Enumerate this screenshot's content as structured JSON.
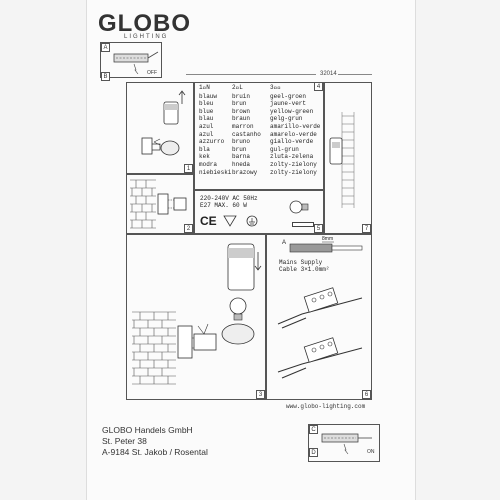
{
  "header": {
    "brand": "GLOBO",
    "brand_sub": "LIGHTING",
    "product_code": "32014"
  },
  "wiring_table": {
    "columns": [
      {
        "symbol": "N",
        "index": "1",
        "entries": [
          "blauw",
          "bleu",
          "blue",
          "blau",
          "azul",
          "azul",
          "azzurro",
          "bla",
          "kek",
          "modra",
          "niebieski"
        ]
      },
      {
        "symbol": "L",
        "index": "2",
        "entries": [
          "bruin",
          "brun",
          "brown",
          "braun",
          "marron",
          "castanho",
          "bruno",
          "brun",
          "barna",
          "hneda",
          "brazowy"
        ]
      },
      {
        "symbol": "⏚",
        "index": "3",
        "entries": [
          "geel-groen",
          "jaune-vert",
          "yellow-green",
          "gelg-grun",
          "amarillo-verde",
          "amarelo-verde",
          "giallo-verde",
          "gul-grun",
          "zluta-zelena",
          "zolty-zielony",
          "zolty-zielony"
        ]
      }
    ]
  },
  "specs": {
    "line1": "220-240V AC 50Hz",
    "line2": "E27 MAX. 60 W",
    "ce": "CE"
  },
  "step_numbers": [
    "1",
    "2",
    "3",
    "4",
    "5",
    "6",
    "7"
  ],
  "panel_labels": {
    "a": "A",
    "b": "B",
    "c": "C",
    "d": "D"
  },
  "switch_off": "OFF",
  "switch_on": "ON",
  "mains": {
    "letter": "A",
    "dim": "8mm",
    "line1": "Mains Supply",
    "line2": "Cable 3×1.0mm²"
  },
  "footer": {
    "company": "GLOBO Handels GmbH",
    "street": "St. Peter 38",
    "city": "A-9184 St. Jakob / Rosental",
    "url": "www.globo-lighting.com"
  }
}
